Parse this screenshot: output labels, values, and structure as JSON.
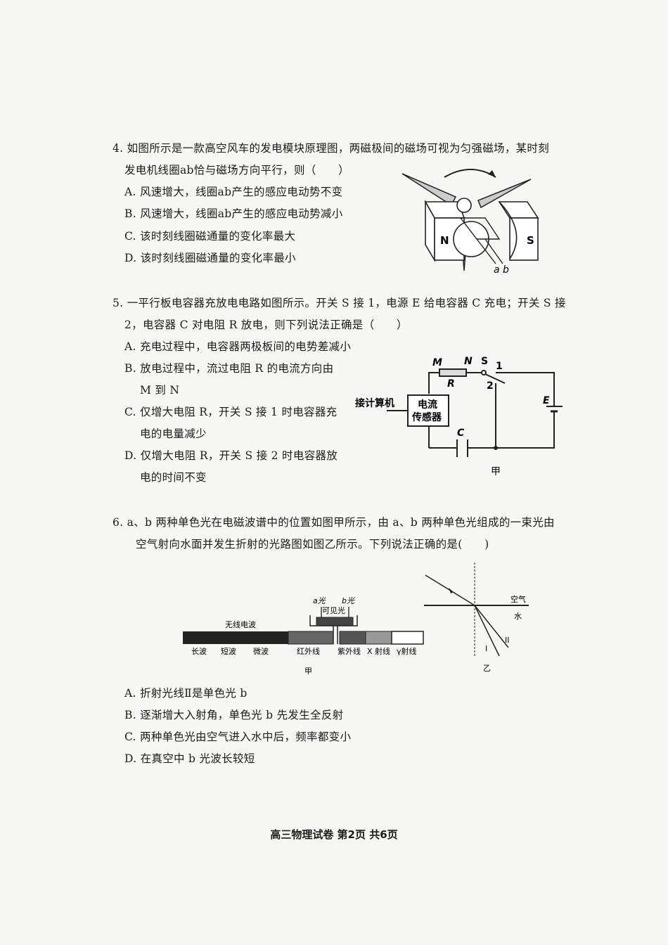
{
  "q4": {
    "stem_line1": "4. 如图所示是一款高空风车的发电模块原理图，两磁极间的磁场可视为匀强磁场，某时刻",
    "stem_line2": "发电机线圈ab恰与磁场方向平行，则（　　）",
    "options": [
      "A. 风速增大，线圈ab产生的感应电动势不变",
      "B. 风速增大，线圈ab产生的感应电动势减小",
      "C. 该时刻线圈磁通量的变化率最大",
      "D. 该时刻线圈磁通量的变化率最小"
    ],
    "figure": {
      "pole_n": "N",
      "pole_s": "S",
      "coil_label": "a b"
    }
  },
  "q5": {
    "stem_line1": "5. 一平行板电容器充放电电路如图所示。开关 S 接 1，电源 E 给电容器 C 充电；开关 S 接",
    "stem_line2": "2，电容器 C 对电阻 R 放电，则下列说法正确是（　　）",
    "options": [
      {
        "line1": "A. 充电过程中，电容器两极板间的电势差减小",
        "line2": ""
      },
      {
        "line1": "B. 放电过程中，流过电阻 R 的电流方向由",
        "line2": "M 到 N"
      },
      {
        "line1": "C. 仅增大电阻 R，开关 S 接 1 时电容器充",
        "line2": "电的电量减少"
      },
      {
        "line1": "D. 仅增大电阻 R，开关 S 接 2 时电容器放",
        "line2": "电的时间不变"
      }
    ],
    "figure": {
      "label_m": "M",
      "label_n": "N",
      "label_r": "R",
      "label_s": "S",
      "label_1": "1",
      "label_2": "2",
      "label_e": "E",
      "label_c": "C",
      "sensor_line1": "电流",
      "sensor_line2": "传感器",
      "computer": "接计算机",
      "caption": "甲"
    }
  },
  "q6": {
    "stem_line1": "6. a、b 两种单色光在电磁波谱中的位置如图甲所示，由 a、b 两种单色光组成的一束光由",
    "stem_line2": "空气射向水面并发生折射的光路图如图乙所示。下列说法正确的是(　　)",
    "options": [
      "A. 折射光线Ⅱ是单色光 b",
      "B. 逐渐增大入射角，单色光 b 先发生全反射",
      "C. 两种单色光由空气进入水中后，频率都变小",
      "D. 在真空中 b 光波长较短"
    ],
    "spectrum": {
      "radio_label": "无线电波",
      "segments": [
        "长波",
        "短波",
        "微波",
        "红外线",
        "紫外线",
        "X 射线",
        "γ射线"
      ],
      "visible_label": "可见光",
      "a_label": "a光",
      "b_label": "b光",
      "caption": "甲"
    },
    "refraction": {
      "air": "空气",
      "water": "水",
      "ray1": "I",
      "ray2": "II",
      "caption": "乙"
    }
  },
  "footer": "高三物理试卷  第2页  共6页"
}
